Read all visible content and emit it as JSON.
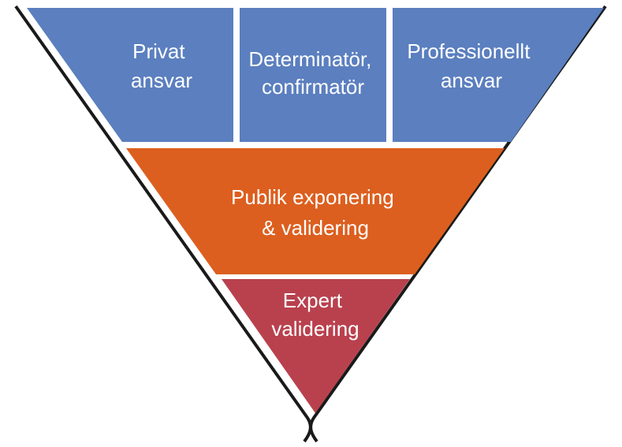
{
  "diagram": {
    "top_row": [
      {
        "line1": "Privat",
        "line2": "ansvar"
      },
      {
        "line1": "Determinatör,",
        "line2": "confirmatör"
      },
      {
        "line1": "Professionellt",
        "line2": "ansvar"
      }
    ],
    "middle": {
      "line1": "Publik exponering",
      "line2": "& validering"
    },
    "bottom": {
      "line1": "Expert",
      "line2": "validering"
    }
  },
  "colors": {
    "top_fill": "#5b7fbf",
    "middle_fill": "#dc5f1f",
    "bottom_fill": "#b9414e",
    "funnel_outline": "#1a1a1a"
  }
}
